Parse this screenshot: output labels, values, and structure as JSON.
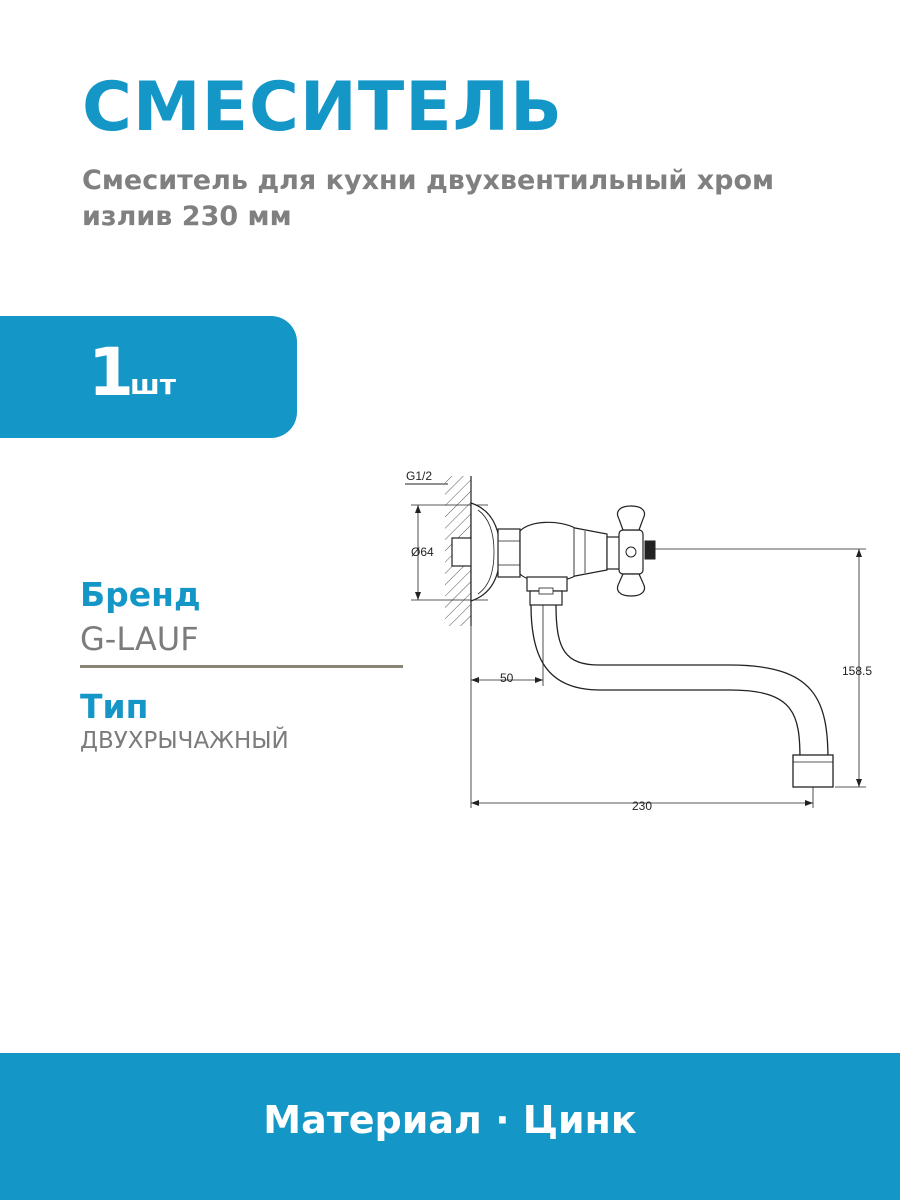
{
  "header": {
    "title": "СМЕСИТЕЛЬ",
    "subtitle": "Смеситель для кухни двухвентильный хром излив 230 мм"
  },
  "quantity": {
    "number": "1",
    "unit": "шт"
  },
  "specs": {
    "brand_label": "Бренд",
    "brand_value": "G-LAUF",
    "type_label": "Тип",
    "type_value": "ДВУХРЫЧАЖНЫЙ"
  },
  "drawing": {
    "thread": "G1/2",
    "diameter": "Ø64",
    "offset": "50",
    "height": "158.5",
    "length": "230"
  },
  "footer": {
    "material": "Материал · Цинк"
  },
  "colors": {
    "accent": "#1497c7",
    "gray_text": "#808080"
  }
}
